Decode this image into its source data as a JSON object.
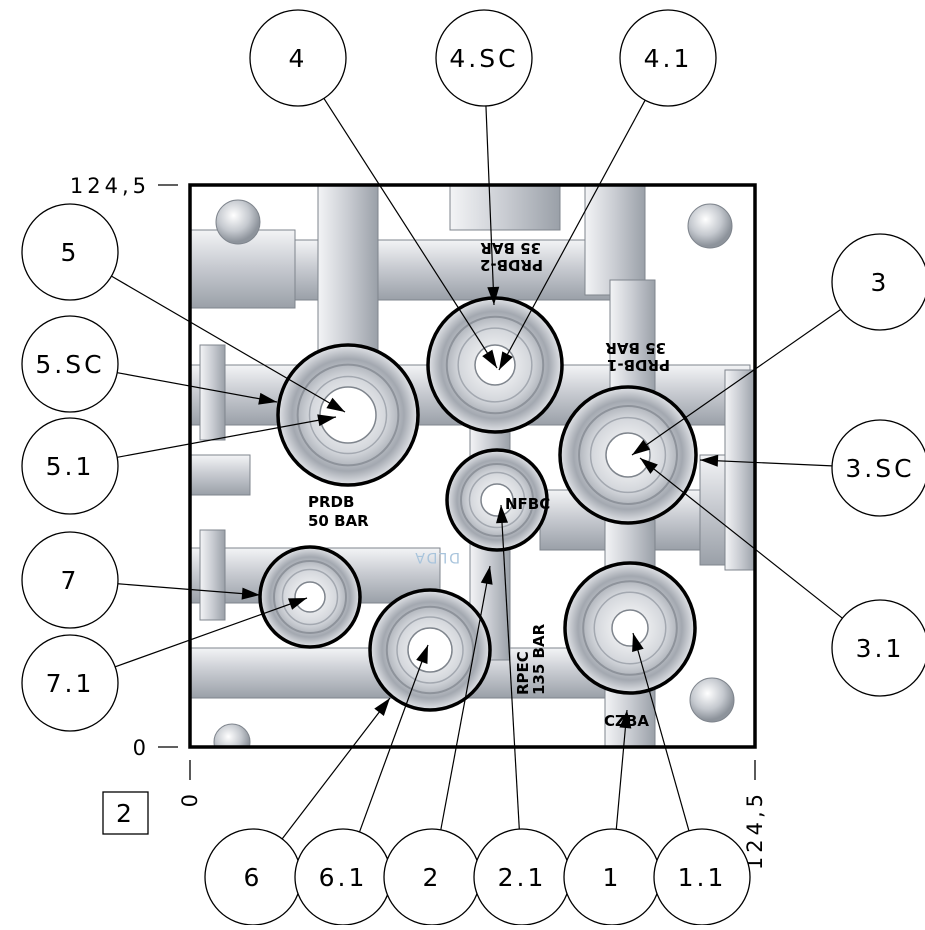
{
  "colors": {
    "line": "#000000",
    "part": "#c9ccd2",
    "part_dark": "#8e939b",
    "part_light": "#eef0f3",
    "ghost_text": "#a8c4dc"
  },
  "dimensions": {
    "top_value": "124,5",
    "bottom_value": "0",
    "left_value": "0",
    "right_value": "124,5"
  },
  "view_label": "2",
  "body_labels": {
    "prdb_2": "PRDB-2",
    "prdb_2_pressure": "35 BAR",
    "prdb_1": "PRDB-1",
    "prdb_1_pressure": "35 BAR",
    "prdb": "PRDB",
    "prdb_pressure": "50 BAR",
    "nfbc": "NFBC",
    "dlda": "DLDA",
    "rpec": "RPEC",
    "rpec_pressure": "135 BAR",
    "czba": "CZBA"
  },
  "balloons": [
    {
      "id": "4",
      "label": "4"
    },
    {
      "id": "4sc",
      "label": "4.SC"
    },
    {
      "id": "41",
      "label": "4.1"
    },
    {
      "id": "5",
      "label": "5"
    },
    {
      "id": "5sc",
      "label": "5.SC"
    },
    {
      "id": "51",
      "label": "5.1"
    },
    {
      "id": "7",
      "label": "7"
    },
    {
      "id": "71",
      "label": "7.1"
    },
    {
      "id": "3",
      "label": "3"
    },
    {
      "id": "3sc",
      "label": "3.SC"
    },
    {
      "id": "31",
      "label": "3.1"
    },
    {
      "id": "6",
      "label": "6"
    },
    {
      "id": "61",
      "label": "6.1"
    },
    {
      "id": "2",
      "label": "2"
    },
    {
      "id": "21",
      "label": "2.1"
    },
    {
      "id": "1",
      "label": "1"
    },
    {
      "id": "11",
      "label": "1.1"
    }
  ]
}
